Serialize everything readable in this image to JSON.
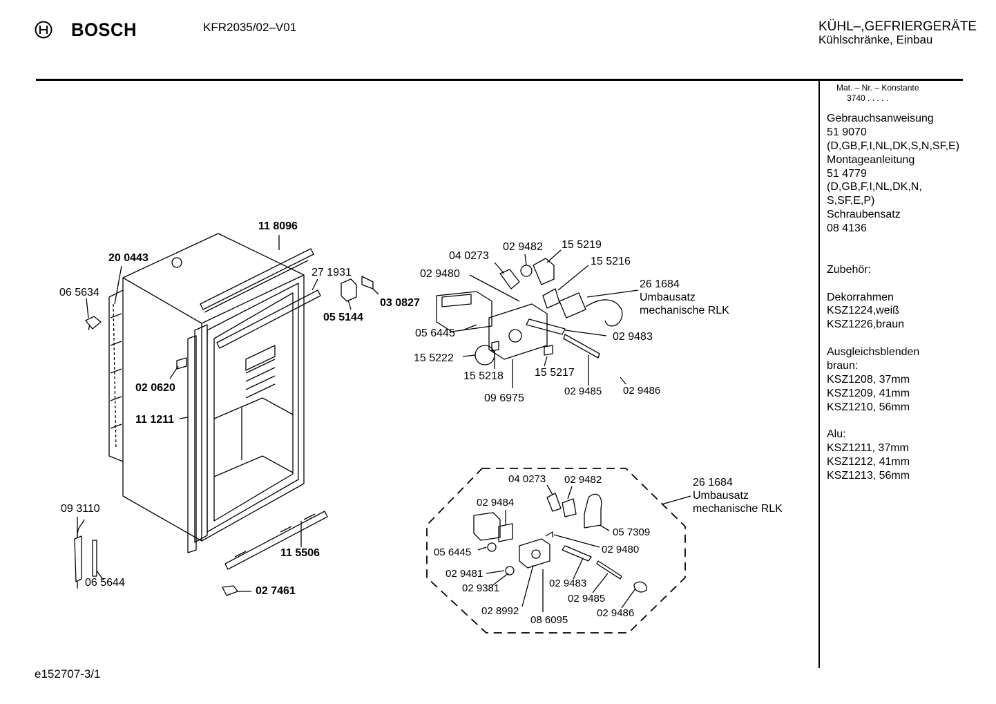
{
  "header": {
    "brand": "BOSCH",
    "model": "KFR2035/02–V01",
    "category_line1": "KÜHL–,GEFRIERGERÄTE",
    "category_line2": "Kühlschränke, Einbau"
  },
  "sidebar": {
    "mat_label": "Mat. – Nr. – Konstante",
    "mat_value": "3740 . . . . .",
    "lines": [
      "Gebrauchsanweisung",
      "51 9070",
      "(D,GB,F,I,NL,DK,S,N,SF,E)",
      "Montageanleitung",
      "51 4779",
      "(D,GB,F,I,NL,DK,N,",
      "S,SF,E,P)",
      "Schraubensatz",
      "08 4136",
      "",
      "",
      "Zubehör:",
      "",
      "Dekorrahmen",
      "KSZ1224,weiß",
      "KSZ1226,braun",
      "",
      "Ausgleichsblenden",
      "braun:",
      "KSZ1208, 37mm",
      "KSZ1209, 41mm",
      "KSZ1210, 56mm",
      "",
      "Alu:",
      "KSZ1211, 37mm",
      "KSZ1212, 41mm",
      "KSZ1213, 56mm"
    ]
  },
  "cabinet_parts": {
    "p118096": "11 8096",
    "p200443": "20 0443",
    "p065634": "06 5634",
    "p271931": "27 1931",
    "p030827": "03 0827",
    "p055144": "05 5144",
    "p020620": "02 0620",
    "p111211": "11 1211",
    "p093110": "09 3110",
    "p065644": "06 5644",
    "p115506": "11 5506",
    "p027461": "02 7461"
  },
  "thermostat_parts": {
    "p040273": "04 0273",
    "p029482": "02 9482",
    "p155219": "15 5219",
    "p155216": "15 5216",
    "p029480": "02 9480",
    "p261684": "26 1684",
    "kit_line1": "Umbausatz",
    "kit_line2": "mechanische RLK",
    "p056445": "05 6445",
    "p029483": "02 9483",
    "p155222": "15 5222",
    "p155218": "15 5218",
    "p155217": "15 5217",
    "p096975": "09 6975",
    "p029485": "02 9485",
    "p029486": "02 9486"
  },
  "kit_parts": {
    "p040273": "04 0273",
    "p029482": "02 9482",
    "p261684": "26 1684",
    "kit_line1": "Umbausatz",
    "kit_line2": "mechanische RLK",
    "p029484": "02 9484",
    "p057309": "05 7309",
    "p056445": "05 6445",
    "p029480": "02 9480",
    "p029481": "02 9481",
    "p029381": "02 9381",
    "p029483": "02 9483",
    "p029485": "02 9485",
    "p028992": "02 8992",
    "p086095": "08 6095",
    "p029486": "02 9486"
  },
  "footer": {
    "code": "e152707-3/1"
  }
}
